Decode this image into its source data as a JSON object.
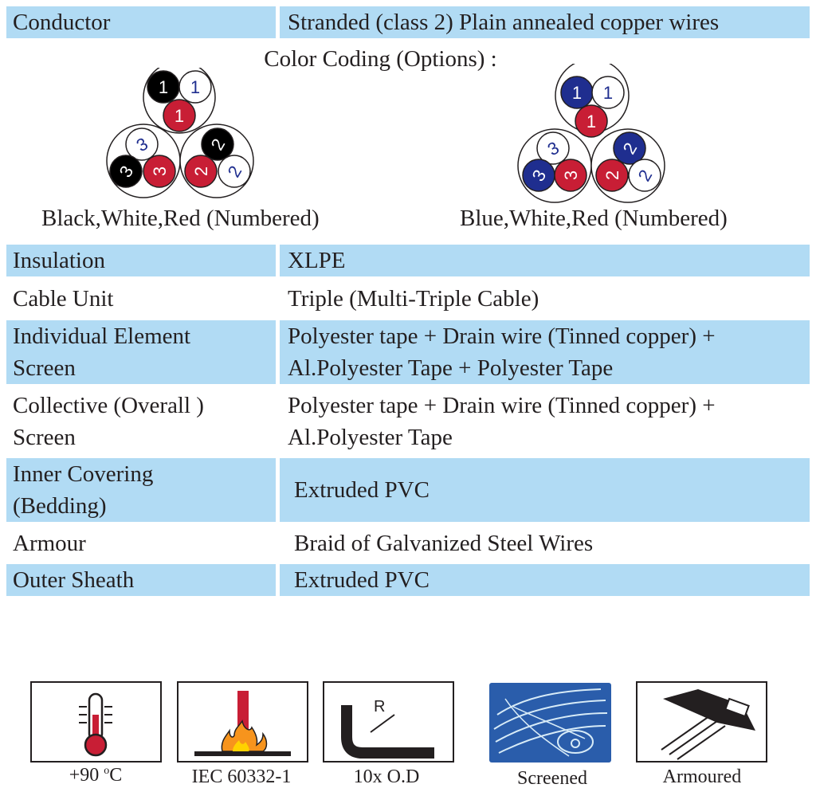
{
  "rows": {
    "conductor": {
      "label": "Conductor",
      "value": "Stranded (class 2) Plain annealed copper wires"
    },
    "insulation": {
      "label": "Insulation",
      "value": "XLPE"
    },
    "cable_unit": {
      "label": "Cable Unit",
      "value": "Triple (Multi-Triple Cable)"
    },
    "individual_screen": {
      "label_l1": "Individual Element",
      "label_l2": "Screen",
      "value_l1": "Polyester tape + Drain wire (Tinned copper) +",
      "value_l2": "Al.Polyester Tape + Polyester Tape"
    },
    "collective_screen": {
      "label_l1": "Collective (Overall )",
      "label_l2": "Screen",
      "value_l1": "Polyester tape + Drain wire (Tinned copper) +",
      "value_l2": "Al.Polyester Tape"
    },
    "inner_covering": {
      "label_l1": "Inner Covering",
      "label_l2": "(Bedding)",
      "value": "Extruded PVC"
    },
    "armour": {
      "label": "Armour",
      "value": "Braid of Galvanized Steel Wires"
    },
    "outer_sheath": {
      "label": "Outer Sheath",
      "value": "Extruded PVC"
    }
  },
  "color_coding": {
    "title": "Color Coding (Options) :",
    "options": [
      {
        "caption": "Black,White,Red (Numbered)",
        "colors": {
          "a": "#000000",
          "b": "#ffffff",
          "c": "#c81e35"
        }
      },
      {
        "caption": "Blue,White,Red (Numbered)",
        "colors": {
          "a": "#1f2e8f",
          "b": "#ffffff",
          "c": "#c81e35"
        }
      }
    ],
    "numbers": [
      "1",
      "2",
      "3"
    ]
  },
  "icons": {
    "temperature": {
      "label_pre": "+90 ",
      "label_sup": "o",
      "label_post": "C"
    },
    "flame": {
      "label": "IEC 60332-1"
    },
    "bend": {
      "letter": "R",
      "label": "10x O.D"
    },
    "screened": {
      "label": "Screened"
    },
    "armoured": {
      "label": "Armoured"
    }
  },
  "colors": {
    "shade": "#b1dbf4",
    "red": "#c81e35",
    "blue": "#1f2e8f",
    "screen_blue": "#2a5dab"
  }
}
